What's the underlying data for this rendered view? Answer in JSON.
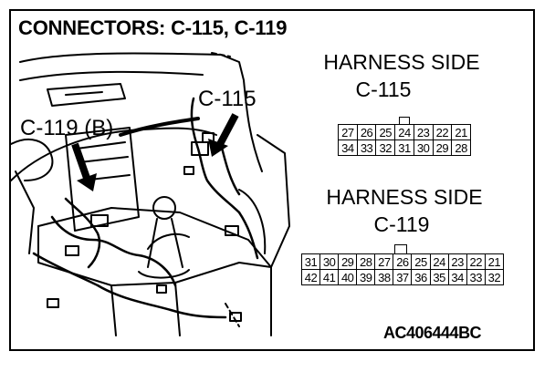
{
  "title": "CONNECTORS: C-115, C-119",
  "connector_c115": {
    "side_label": "HARNESS SIDE",
    "name": "C-115",
    "top_row": [
      "27",
      "26",
      "25",
      "24",
      "23",
      "22",
      "21"
    ],
    "bottom_row": [
      "34",
      "33",
      "32",
      "31",
      "30",
      "29",
      "28"
    ]
  },
  "connector_c119": {
    "side_label": "HARNESS SIDE",
    "name": "C-119",
    "top_row": [
      "31",
      "30",
      "29",
      "28",
      "27",
      "26",
      "25",
      "24",
      "23",
      "22",
      "21"
    ],
    "bottom_row": [
      "42",
      "41",
      "40",
      "39",
      "38",
      "37",
      "36",
      "35",
      "34",
      "33",
      "32"
    ]
  },
  "callouts": {
    "c115": "C-115",
    "c119": "C-119 (B)"
  },
  "figure_code": "AC406444BC"
}
